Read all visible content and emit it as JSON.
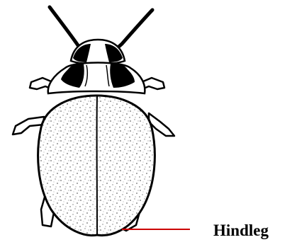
{
  "diagram": {
    "subject_icon": "beetle-illustration",
    "labels": [
      {
        "id": "hindleg",
        "text": "Hindleg",
        "leader_color": "#cc0000"
      }
    ]
  }
}
